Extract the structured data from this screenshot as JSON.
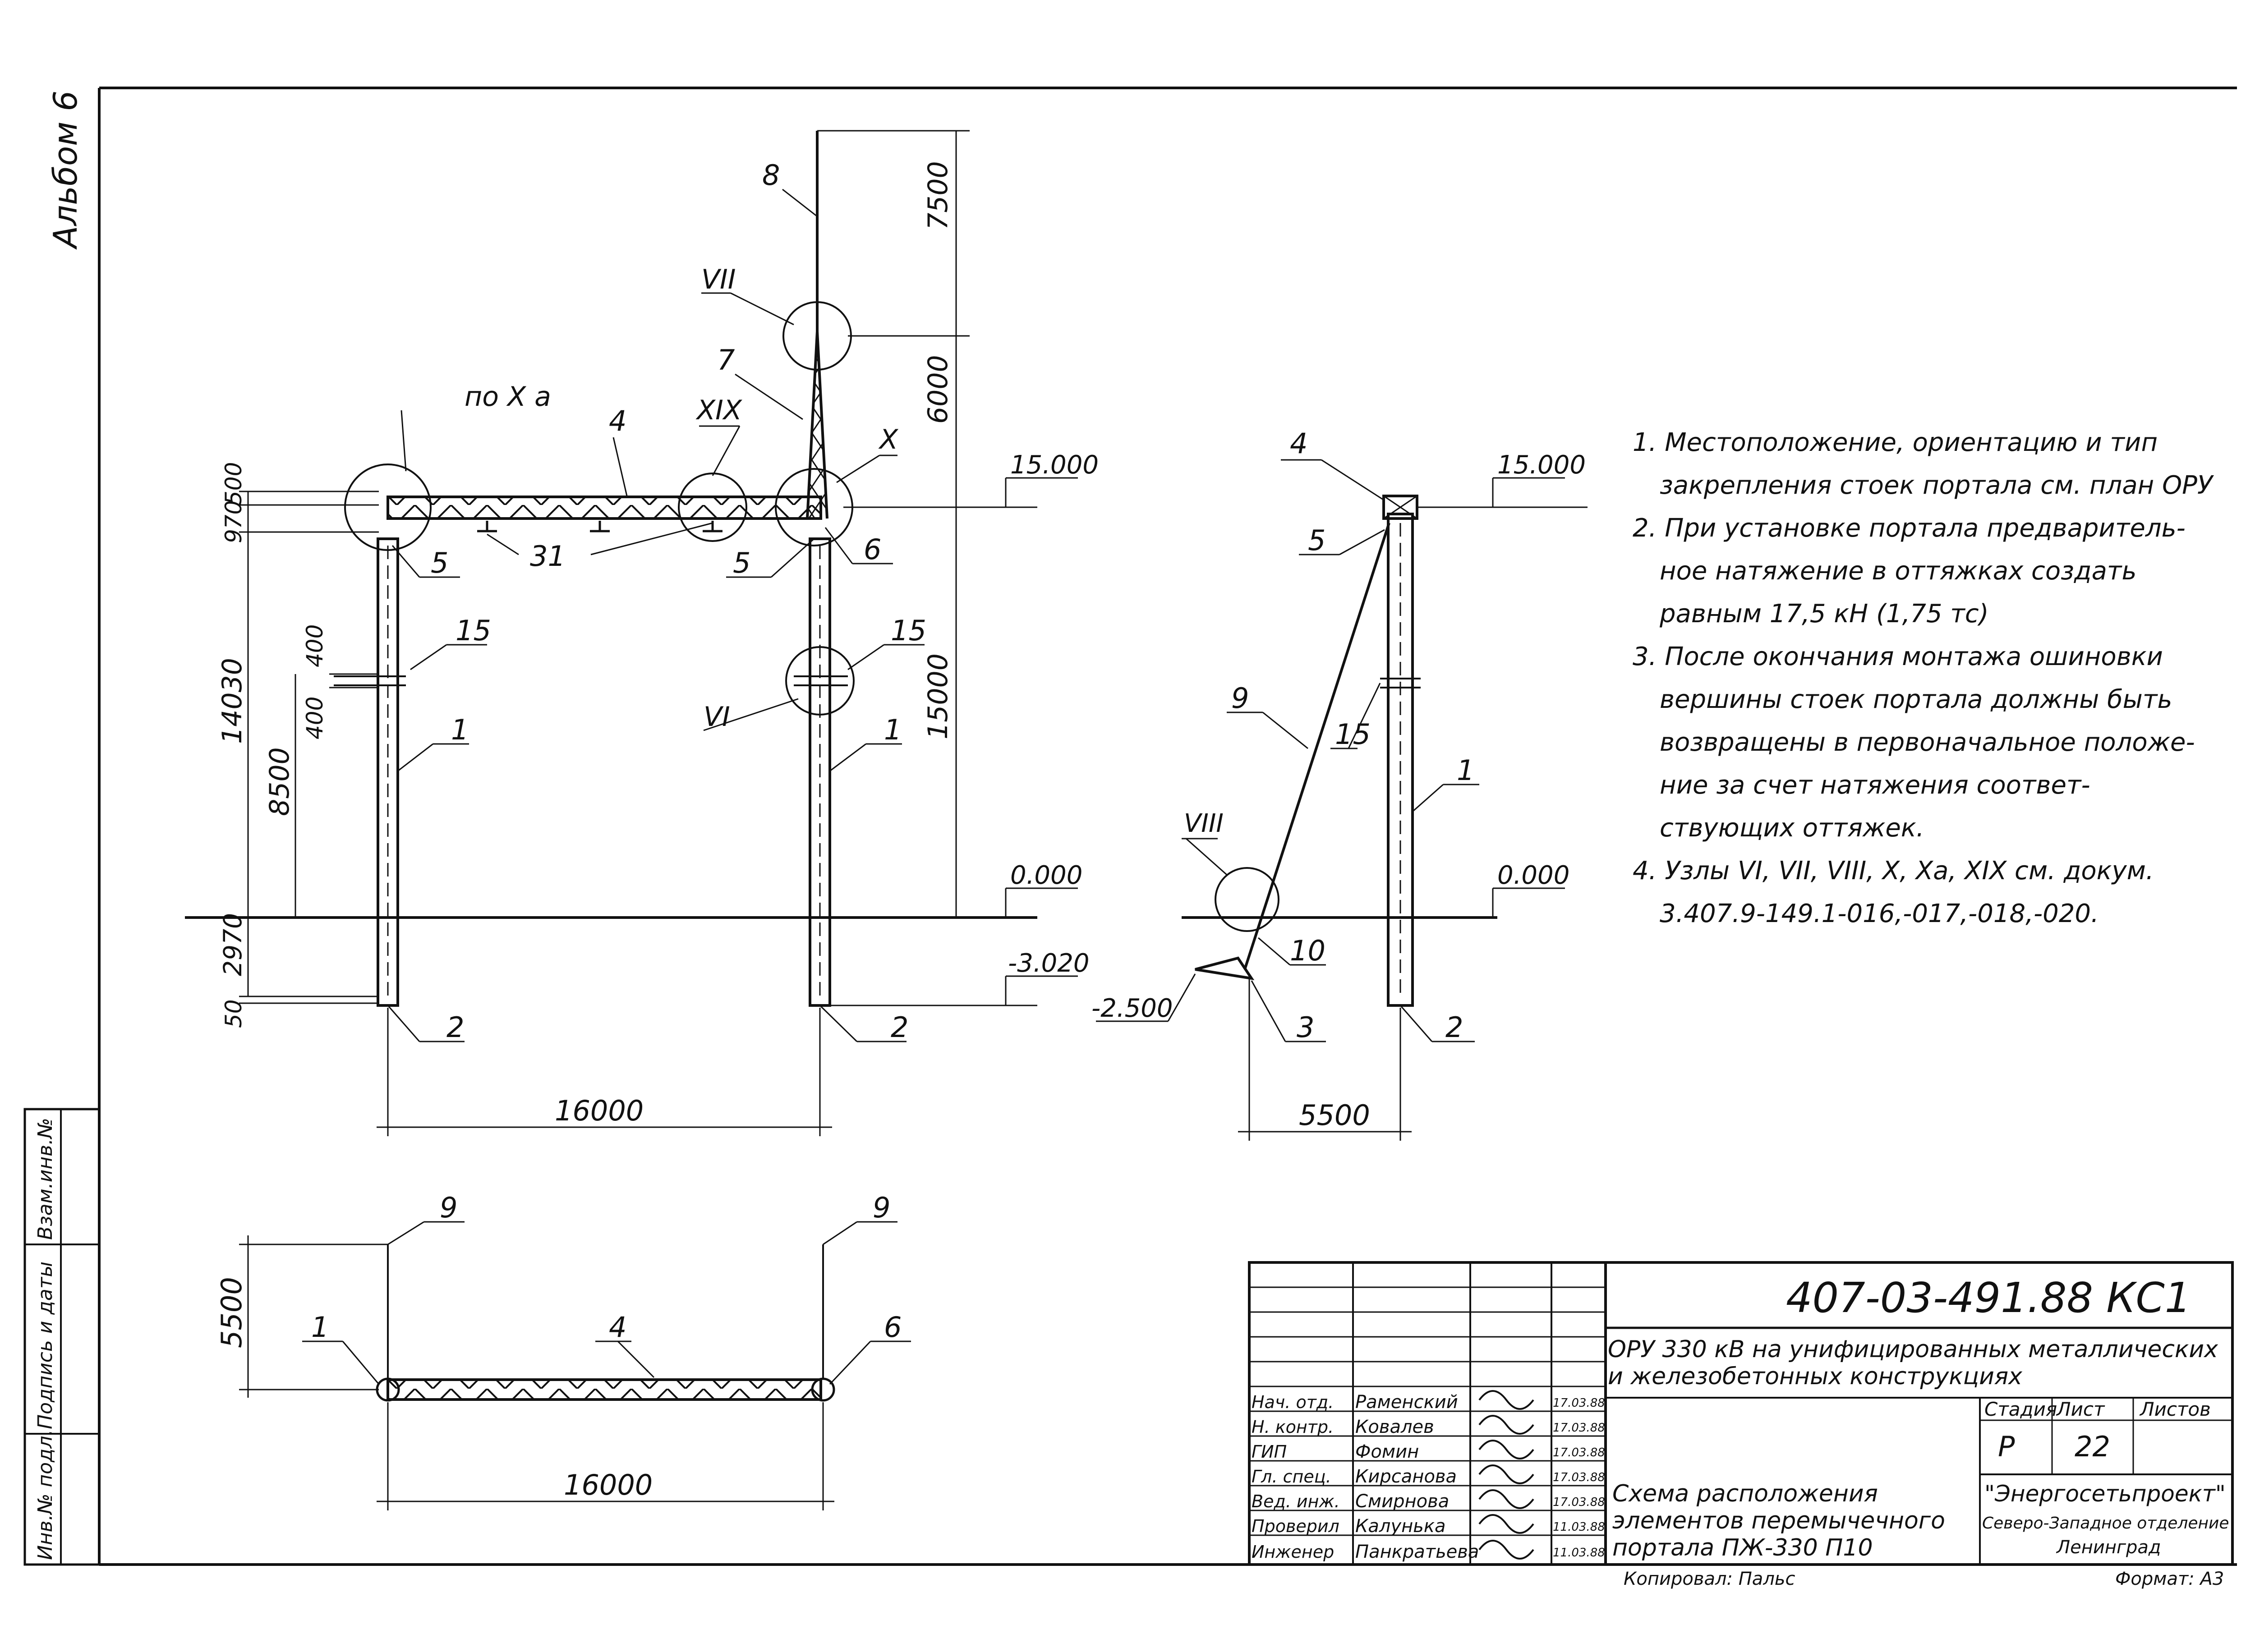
{
  "side_label": "Альбом 6",
  "stamp": {
    "inv_podl": "Инв.№ подл.",
    "podpis_data": "Подпись и даты",
    "vzam_inv": "Взам.инв.№"
  },
  "front_view": {
    "callouts": [
      "8",
      "7",
      "6",
      "5",
      "5",
      "4",
      "31",
      "15",
      "15",
      "1",
      "1",
      "2",
      "2"
    ],
    "node_marks": [
      "VII",
      "XIX",
      "X",
      "VI"
    ],
    "node_ref": "по X а",
    "elevations": [
      "15.000",
      "0.000",
      "-3.020"
    ],
    "dims_right": [
      "7500",
      "6000",
      "15000"
    ],
    "dims_left": [
      "970",
      "500",
      "14030",
      "400",
      "400",
      "8500",
      "2970",
      "50"
    ],
    "span": "16000"
  },
  "side_view": {
    "callouts": [
      "4",
      "5",
      "9",
      "15",
      "1",
      "10",
      "3",
      "2"
    ],
    "node_mark": "VIII",
    "elevations": [
      "15.000",
      "0.000",
      "-2.500"
    ],
    "dim": "5500"
  },
  "plan_view": {
    "callouts": [
      "9",
      "9",
      "1",
      "4",
      "6"
    ],
    "dim_vertical": "5500",
    "dim_span": "16000"
  },
  "notes": [
    "1. Местоположение, ориентацию и тип",
    "закрепления стоек портала см. план ОРУ",
    "2. При установке портала предваритель-",
    "ное натяжение в оттяжках создать",
    "равным 17,5 кН (1,75 тс)",
    "3. После окончания монтажа ошиновки",
    "вершины стоек портала должны быть",
    "возвращены в первоначальное положе-",
    "ние за счет натяжения соответ-",
    "ствующих оттяжек.",
    "4. Узлы VI, VII, VIII, X, Xа, XIX см. докум.",
    "3.407.9-149.1-016,-017,-018,-020."
  ],
  "title_block": {
    "doc_code": "407-03-491.88 КС1",
    "project": [
      "ОРУ 330 кВ на унифицированных металлических",
      "и железобетонных конструкциях"
    ],
    "sheet_title": [
      "Схема расположения",
      "элементов перемычечного",
      "портала ПЖ-330 П10"
    ],
    "stage_label": "Стадия",
    "sheet_label": "Лист",
    "sheets_label": "Листов",
    "stage": "Р",
    "sheet": "22",
    "sheets": "",
    "org": [
      "\"Энергосетьпроект\"",
      "Северо-Западное отделение",
      "Ленинград"
    ],
    "copied": "Копировал: Пальс",
    "format": "Формат: А3",
    "signers": [
      {
        "role": "Нач. отд.",
        "name": "Раменский",
        "date": "17.03.88"
      },
      {
        "role": "Н. контр.",
        "name": "Ковалев",
        "date": "17.03.88"
      },
      {
        "role": "ГИП",
        "name": "Фомин",
        "date": "17.03.88"
      },
      {
        "role": "Гл. спец.",
        "name": "Кирсанова",
        "date": "17.03.88"
      },
      {
        "role": "Вед. инж.",
        "name": "Смирнова",
        "date": "17.03.88"
      },
      {
        "role": "Проверил",
        "name": "Калунька",
        "date": "11.03.88"
      },
      {
        "role": "Инженер",
        "name": "Панкратьева",
        "date": "11.03.88"
      }
    ]
  }
}
